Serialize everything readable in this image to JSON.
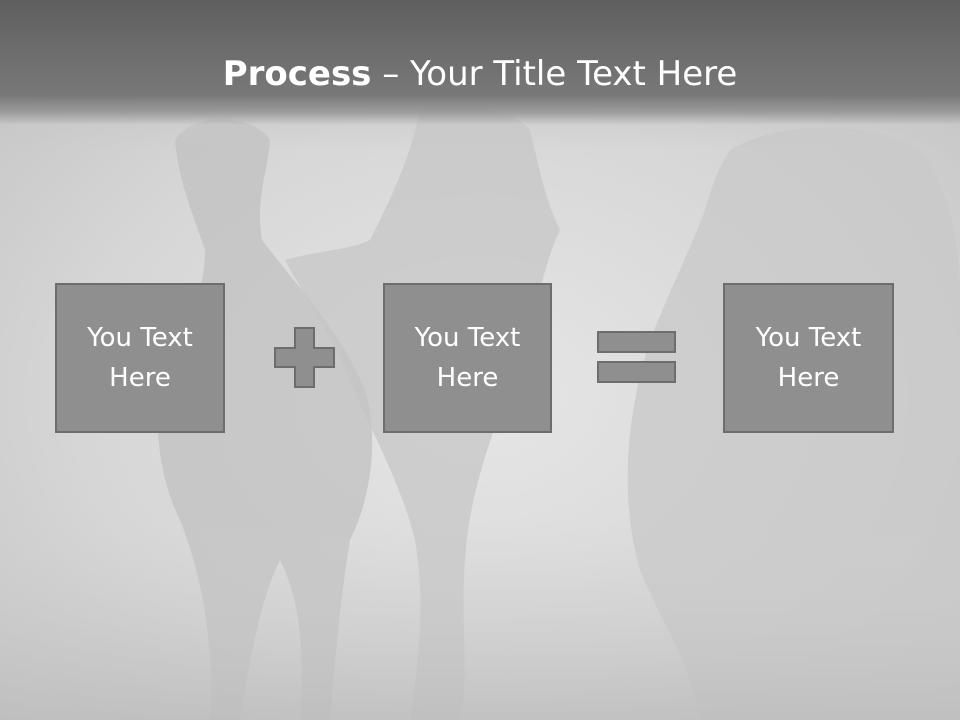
{
  "slide": {
    "title_bold": "Process",
    "title_rest": " – Your Title Text Here",
    "boxes": [
      {
        "text": "You Text Here"
      },
      {
        "text": "You Text Here"
      },
      {
        "text": "You Text Here"
      }
    ],
    "operators": [
      "plus-icon",
      "equals-icon"
    ],
    "colors": {
      "box_fill": "#8f8f8f",
      "box_border": "#6d6d6d",
      "title_text": "#ffffff",
      "title_band": "#666666"
    }
  }
}
